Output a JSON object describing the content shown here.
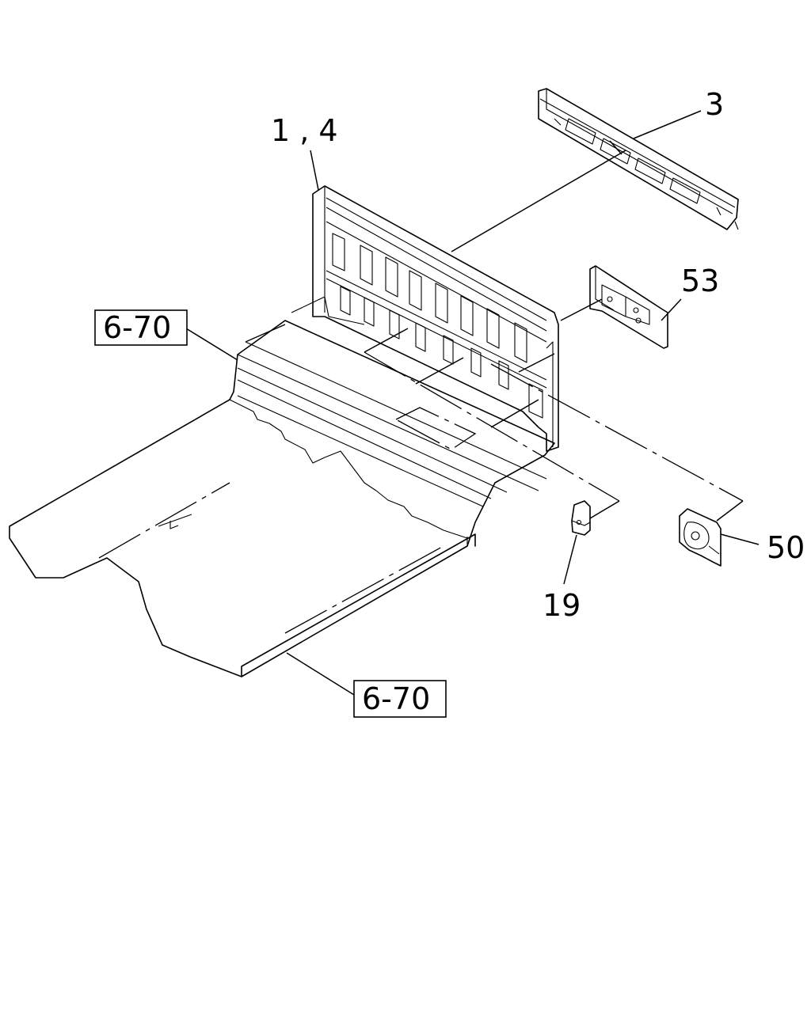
{
  "callouts": {
    "part_1_4": "1 , 4",
    "part_3": "3",
    "part_53": "53",
    "part_50": "50",
    "part_19": "19"
  },
  "references": {
    "ref_upper": "6-70",
    "ref_lower": "6-70"
  }
}
